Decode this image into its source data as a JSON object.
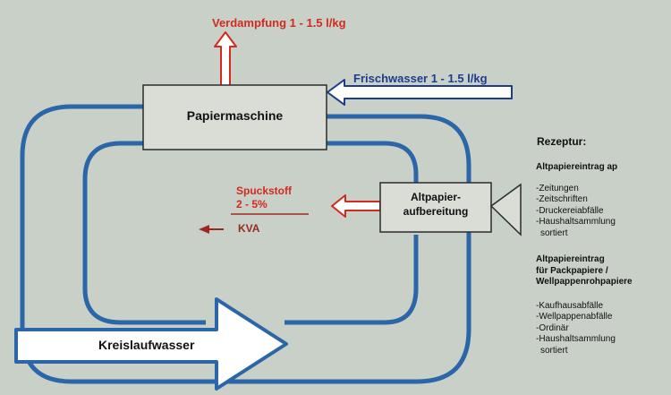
{
  "diagram": {
    "evaporation_label": "Verdampfung 1 - 1.5 l/kg",
    "freshwater_label": "Frischwasser 1 - 1.5 l/kg",
    "paper_machine_label": "Papiermaschine",
    "recycling_label_line1": "Altpapier-",
    "recycling_label_line2": "aufbereitung",
    "reject_label_line1": "Spuckstoff",
    "reject_label_line2": "2 - 5%",
    "kva_label": "KVA",
    "circulation_label": "Kreislaufwasser",
    "colors": {
      "background": "#c9d0c7",
      "loop": "#2a66a8",
      "red_flow": "#d42a1e",
      "blue_flow": "#1e3c8c",
      "dark_red": "#9a2a20",
      "box_fill": "#d9ddd6",
      "box_border": "#2b2b2b"
    }
  },
  "rezeptur": {
    "title": "Rezeptur:",
    "section1_title": "Altpapiereintrag ap",
    "section1_items": [
      "-Zeitungen",
      "-Zeitschriften",
      "-Druckereiabfälle",
      "-Haushaltsammlung",
      " sortiert"
    ],
    "section2_title_lines": [
      "Altpapiereintrag",
      "für Packpapiere /",
      "Wellpappenrohpapiere"
    ],
    "section2_items": [
      "-Kaufhausabfälle",
      "-Wellpappenabfälle",
      "-Ordinär",
      "-Haushaltsammlung",
      " sortiert"
    ]
  }
}
